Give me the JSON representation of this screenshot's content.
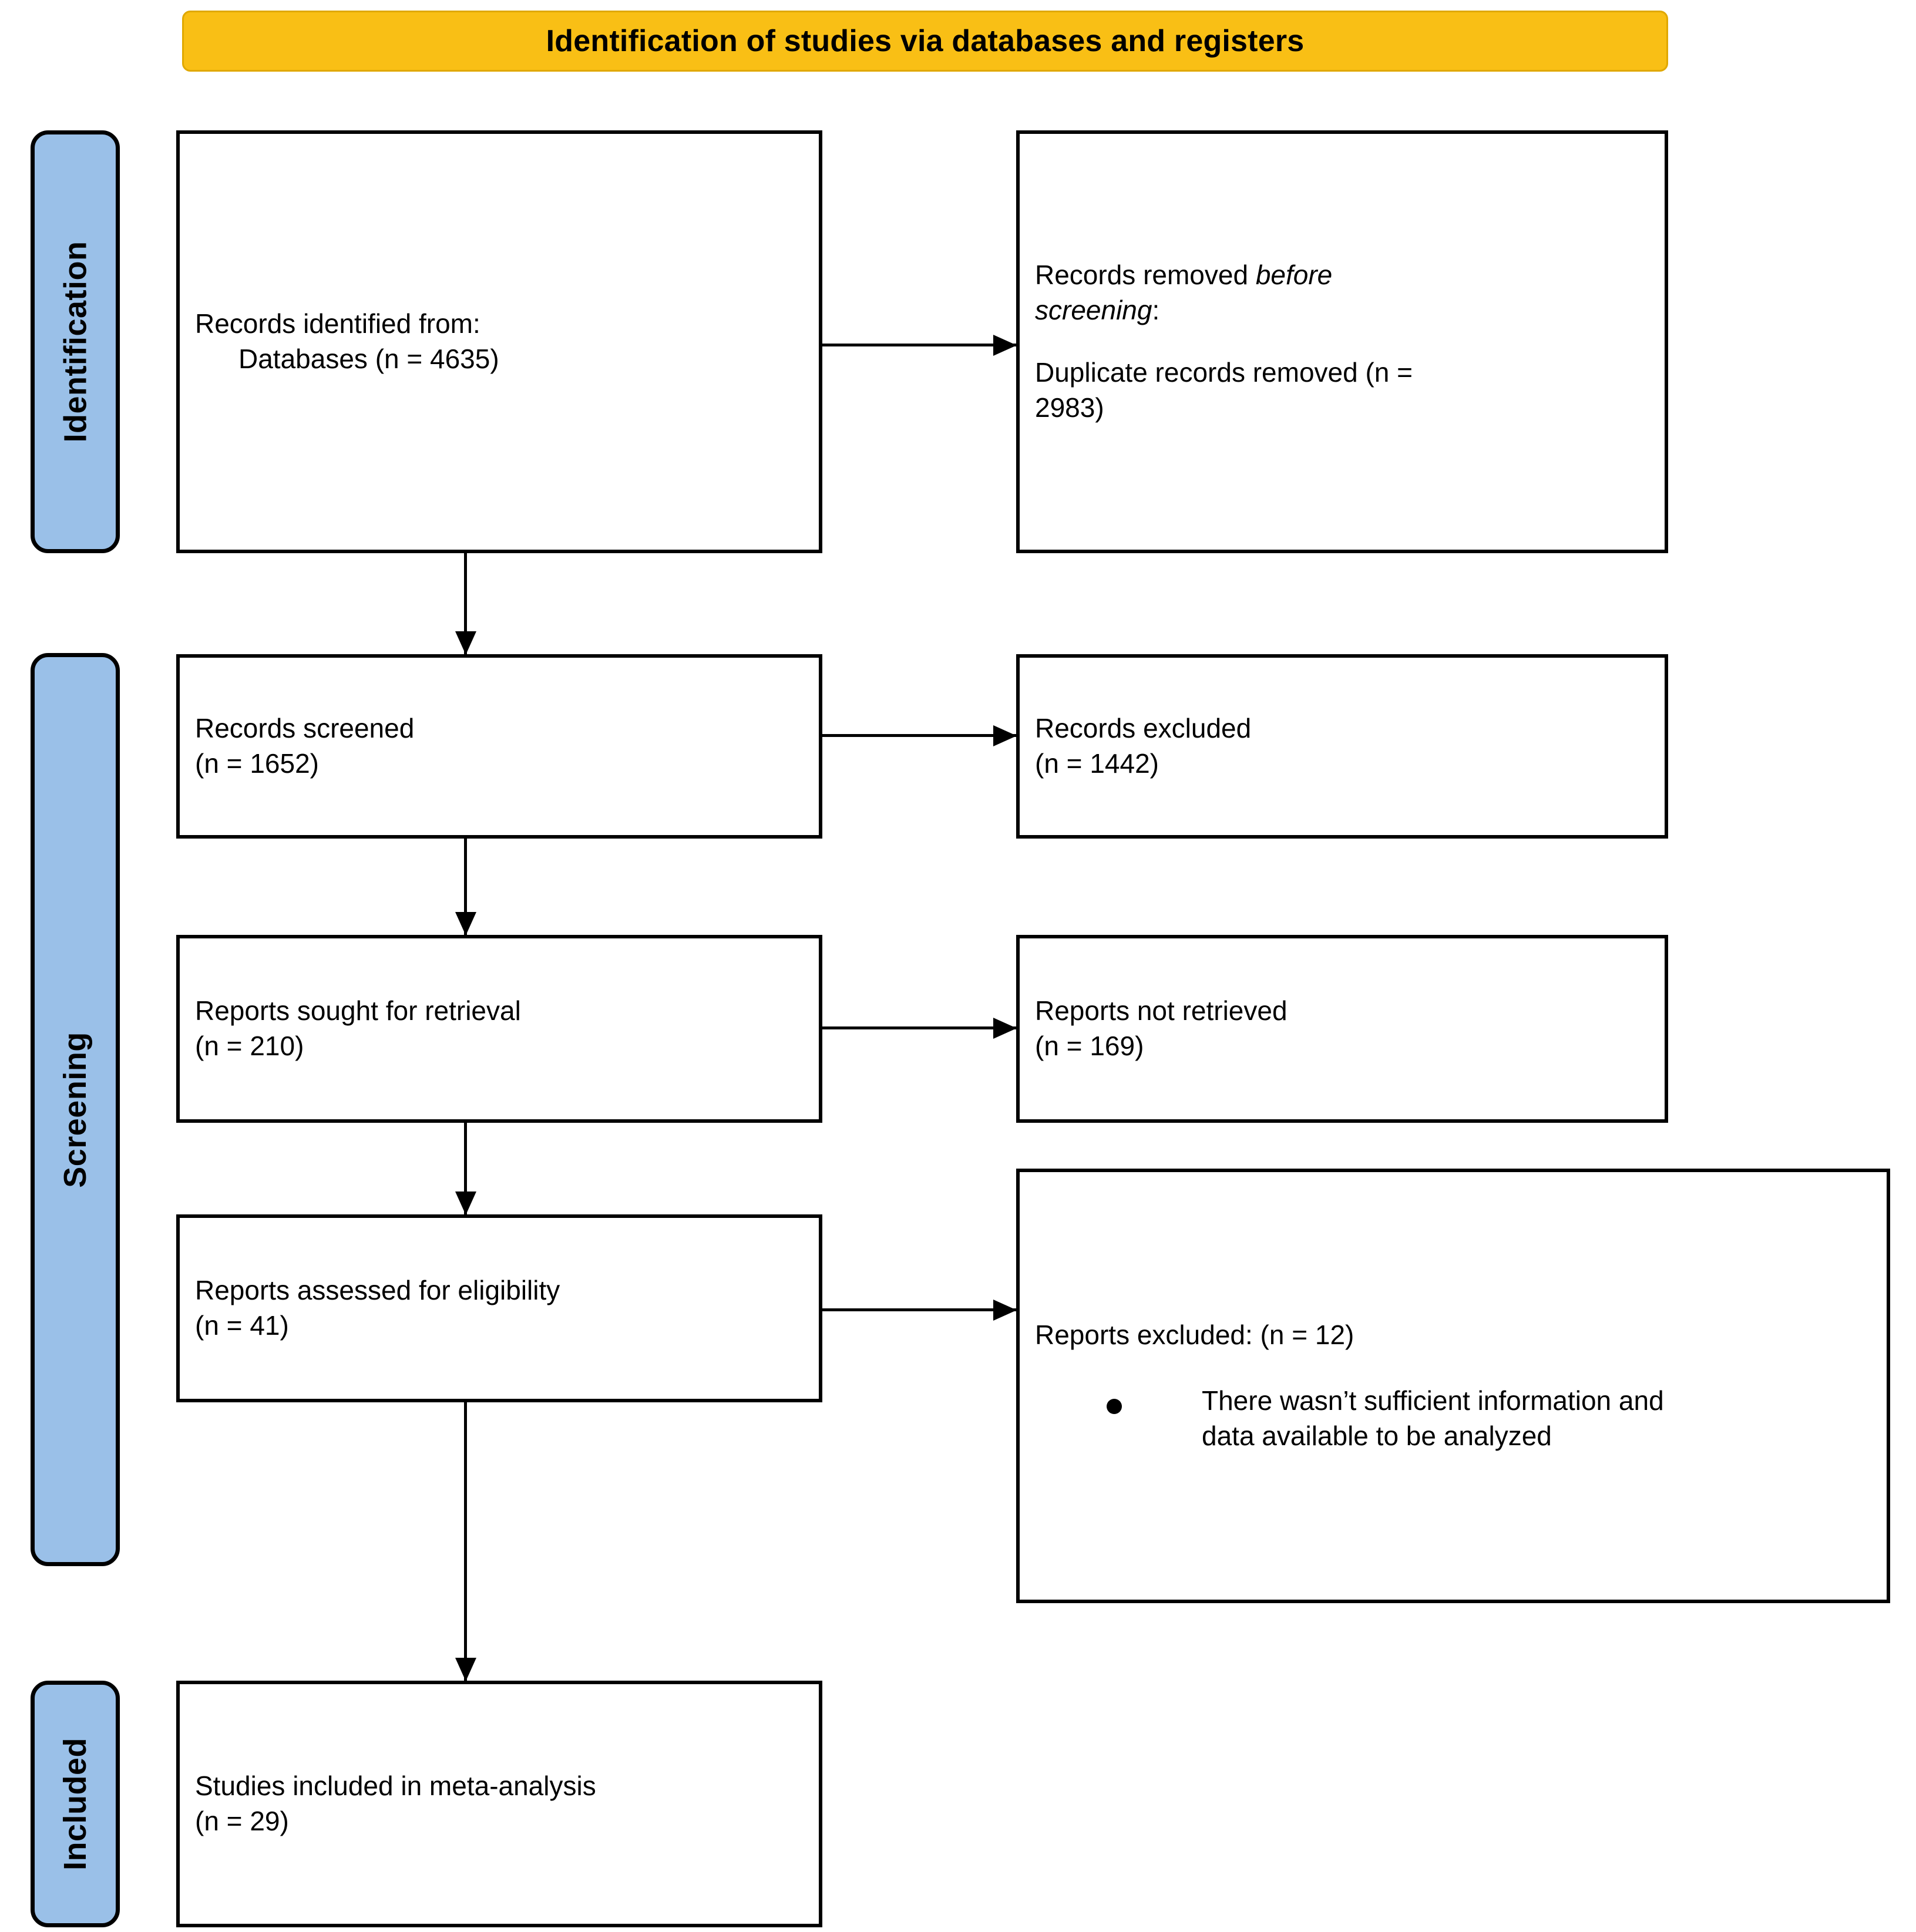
{
  "banner": {
    "title": "Identification of studies via databases and registers"
  },
  "colors": {
    "banner_fill": "#f9bf15",
    "stage_fill": "#9ac0e8",
    "box_border": "#000000",
    "text": "#000000"
  },
  "stages": [
    {
      "id": "identification",
      "label": "Identification"
    },
    {
      "id": "screening",
      "label": "Screening"
    },
    {
      "id": "included",
      "label": "Included"
    }
  ],
  "boxes": {
    "identified": {
      "line1": "Records identified from:",
      "line2": "Databases (n = 4635)"
    },
    "removed": {
      "line1_a": "Records removed ",
      "line1_b": "before",
      "line2_a": "screening",
      "line2_b": ":",
      "line3": "Duplicate records removed (n =",
      "line4": "2983)"
    },
    "screened": {
      "line1": "Records screened",
      "line2": "(n = 1652)"
    },
    "excluded": {
      "line1": "Records excluded",
      "line2": "(n = 1442)"
    },
    "sought": {
      "line1": "Reports sought for retrieval",
      "line2": "(n = 210)"
    },
    "not_retrieved": {
      "line1": "Reports not retrieved",
      "line2": "(n = 169)"
    },
    "assessed": {
      "line1": "Reports assessed for eligibility",
      "line2": "(n = 41)"
    },
    "reports_excluded": {
      "heading": "Reports excluded: (n = 12)",
      "bullet1_line1": "There wasn’t sufficient information and",
      "bullet1_line2": "data available to be analyzed"
    },
    "studies": {
      "line1": "Studies included in meta-analysis",
      "line2": "(n = 29)"
    }
  },
  "chart_data": {
    "type": "diagram",
    "title": "Identification of studies via databases and registers",
    "nodes": [
      {
        "id": "identified",
        "stage": "Identification",
        "label": "Records identified from: Databases",
        "n": 4635
      },
      {
        "id": "removed",
        "stage": "Identification",
        "label": "Records removed before screening: Duplicate records removed",
        "n": 2983
      },
      {
        "id": "screened",
        "stage": "Screening",
        "label": "Records screened",
        "n": 1652
      },
      {
        "id": "excluded",
        "stage": "Screening",
        "label": "Records excluded",
        "n": 1442
      },
      {
        "id": "sought",
        "stage": "Screening",
        "label": "Reports sought for retrieval",
        "n": 210
      },
      {
        "id": "not_retrieved",
        "stage": "Screening",
        "label": "Reports not retrieved",
        "n": 169
      },
      {
        "id": "assessed",
        "stage": "Screening",
        "label": "Reports assessed for eligibility",
        "n": 41
      },
      {
        "id": "reports_excluded",
        "stage": "Screening",
        "label": "Reports excluded",
        "n": 12
      },
      {
        "id": "studies",
        "stage": "Included",
        "label": "Studies included in meta-analysis",
        "n": 29
      }
    ],
    "edges": [
      {
        "from": "identified",
        "to": "removed",
        "direction": "right"
      },
      {
        "from": "identified",
        "to": "screened",
        "direction": "down"
      },
      {
        "from": "screened",
        "to": "excluded",
        "direction": "right"
      },
      {
        "from": "screened",
        "to": "sought",
        "direction": "down"
      },
      {
        "from": "sought",
        "to": "not_retrieved",
        "direction": "right"
      },
      {
        "from": "sought",
        "to": "assessed",
        "direction": "down"
      },
      {
        "from": "assessed",
        "to": "reports_excluded",
        "direction": "right"
      },
      {
        "from": "assessed",
        "to": "studies",
        "direction": "down"
      }
    ]
  }
}
